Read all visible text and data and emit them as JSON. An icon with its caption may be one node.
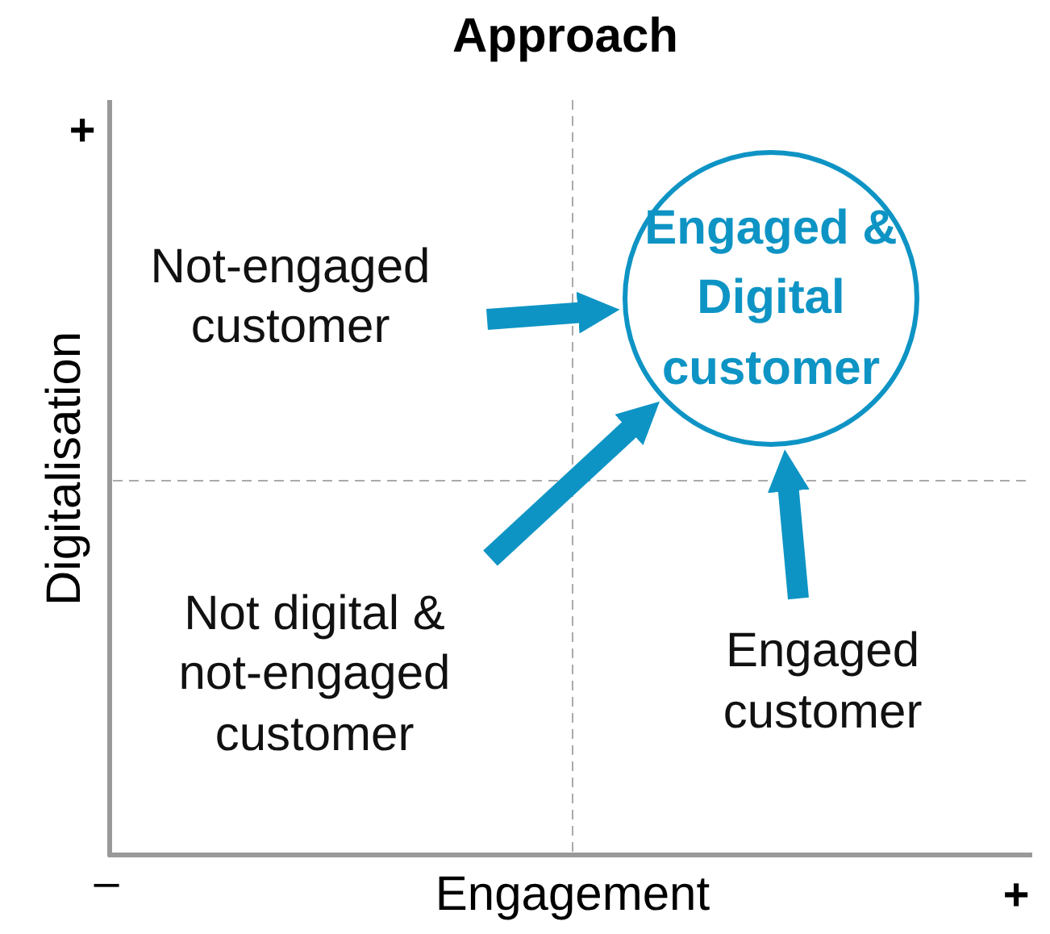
{
  "diagram": {
    "title": "Approach",
    "nodes": [
      {
        "text": [
          "Not-engaged customer"
        ]
      },
      {
        "text": [
          "Engaged & Digital customer"
        ]
      },
      {
        "text": [
          "Not digital & not-engaged customer"
        ]
      },
      {
        "text": [
          "Engaged customer"
        ]
      }
    ],
    "edges": [
      {
        "from": 0,
        "to": 1,
        "arrow": "to"
      },
      {
        "from": 2,
        "to": 1,
        "arrow": "to"
      },
      {
        "from": 3,
        "to": 1,
        "arrow": "to"
      }
    ],
    "labels": [
      "Digitalisation",
      "+",
      "–",
      "Engagement",
      "+"
    ]
  }
}
